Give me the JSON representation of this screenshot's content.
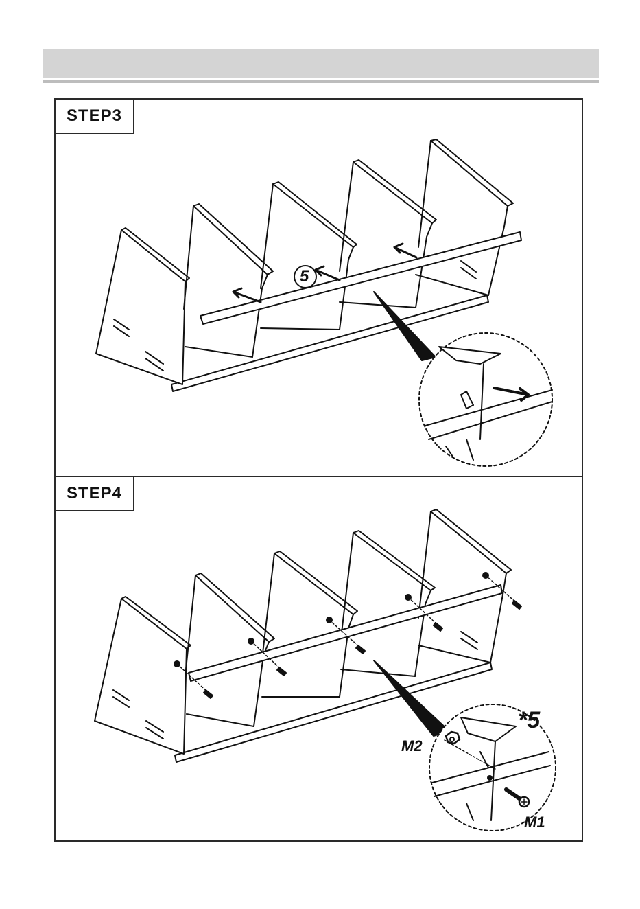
{
  "steps": [
    {
      "label": "STEP3",
      "part_callout": "5"
    },
    {
      "label": "STEP4",
      "quantity": "*5",
      "hardware": {
        "nut": "M2",
        "screw": "M1"
      }
    }
  ]
}
